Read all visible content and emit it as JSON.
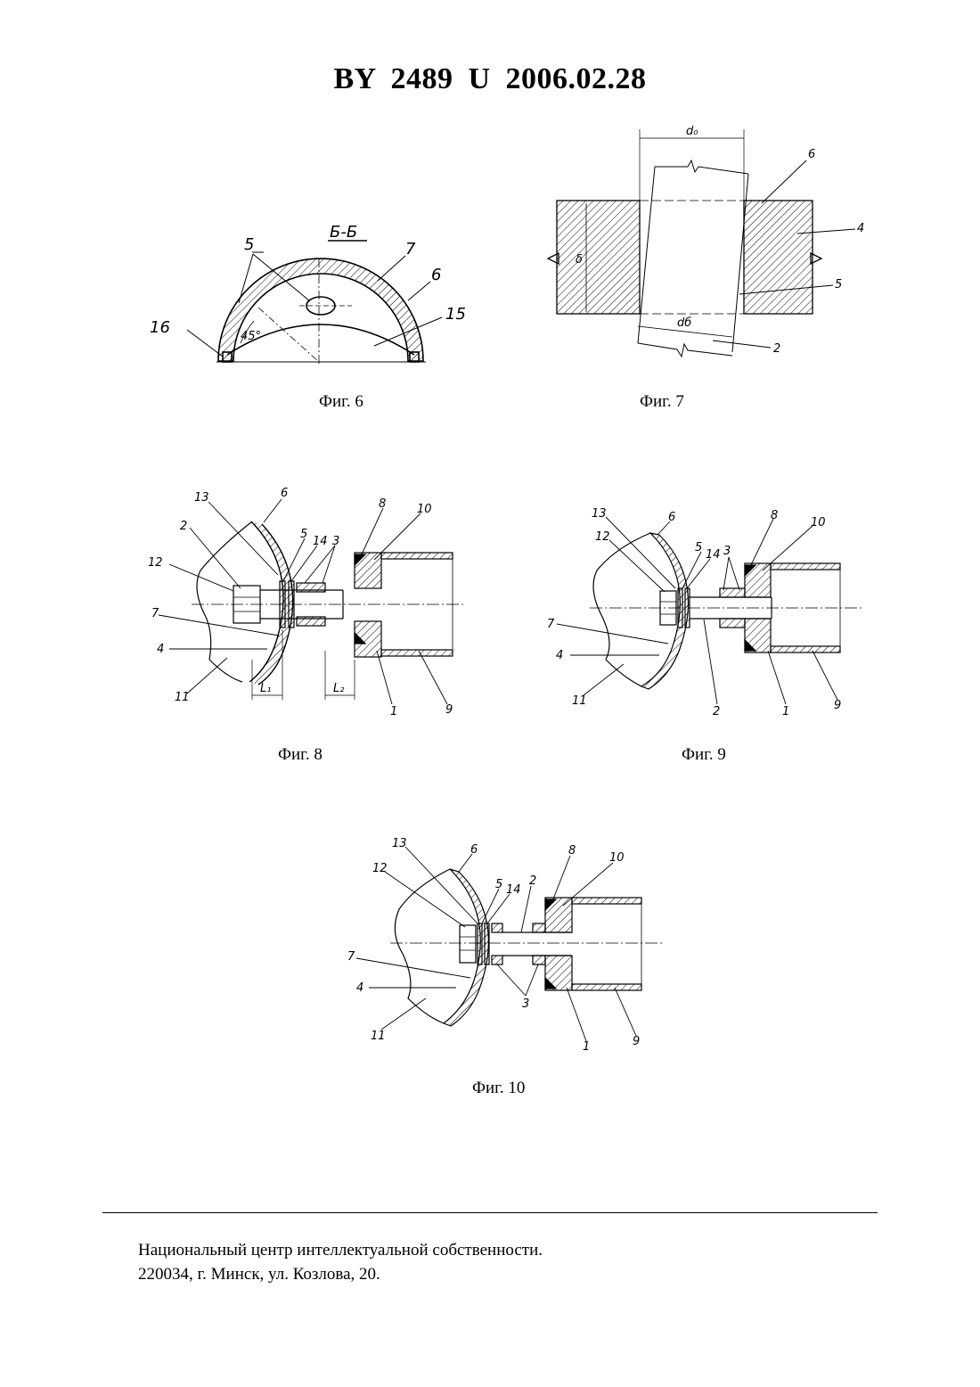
{
  "header": {
    "title": "BY  2489  U  2006.02.28"
  },
  "figures": {
    "fig6": {
      "caption": "Фиг. 6",
      "section": "Б-Б",
      "angle": "45°",
      "labels": {
        "l5": "5",
        "l7": "7",
        "l6": "6",
        "l15": "15",
        "l16": "16"
      }
    },
    "fig7": {
      "caption": "Фиг. 7",
      "dims": {
        "d0": "d₀",
        "db": "dб",
        "delta": "δ"
      },
      "labels": {
        "l6": "6",
        "l4": "4",
        "l5": "5",
        "l2": "2"
      }
    },
    "fig8": {
      "caption": "Фиг. 8",
      "dims": {
        "L1": "L₁",
        "L2": "L₂"
      },
      "labels": {
        "l13": "13",
        "l6": "6",
        "l2": "2",
        "l12": "12",
        "l5": "5",
        "l14": "14",
        "l3": "3",
        "l8": "8",
        "l10": "10",
        "l7": "7",
        "l4": "4",
        "l11": "11",
        "l1": "1",
        "l9": "9"
      }
    },
    "fig9": {
      "caption": "Фиг. 9",
      "labels": {
        "l13": "13",
        "l6": "6",
        "l12": "12",
        "l5": "5",
        "l14": "14",
        "l3": "3",
        "l8": "8",
        "l10": "10",
        "l7": "7",
        "l4": "4",
        "l11": "11",
        "l2": "2",
        "l1": "1",
        "l9": "9"
      }
    },
    "fig10": {
      "caption": "Фиг. 10",
      "labels": {
        "l13": "13",
        "l6": "6",
        "l12": "12",
        "l5": "5",
        "l14": "14",
        "l2": "2",
        "l8": "8",
        "l10": "10",
        "l7": "7",
        "l4": "4",
        "l11": "11",
        "l3": "3",
        "l1": "1",
        "l9": "9"
      }
    }
  },
  "footer": {
    "line1": "Национальный центр интеллектуальной собственности.",
    "line2": "220034, г. Минск, ул. Козлова, 20."
  }
}
